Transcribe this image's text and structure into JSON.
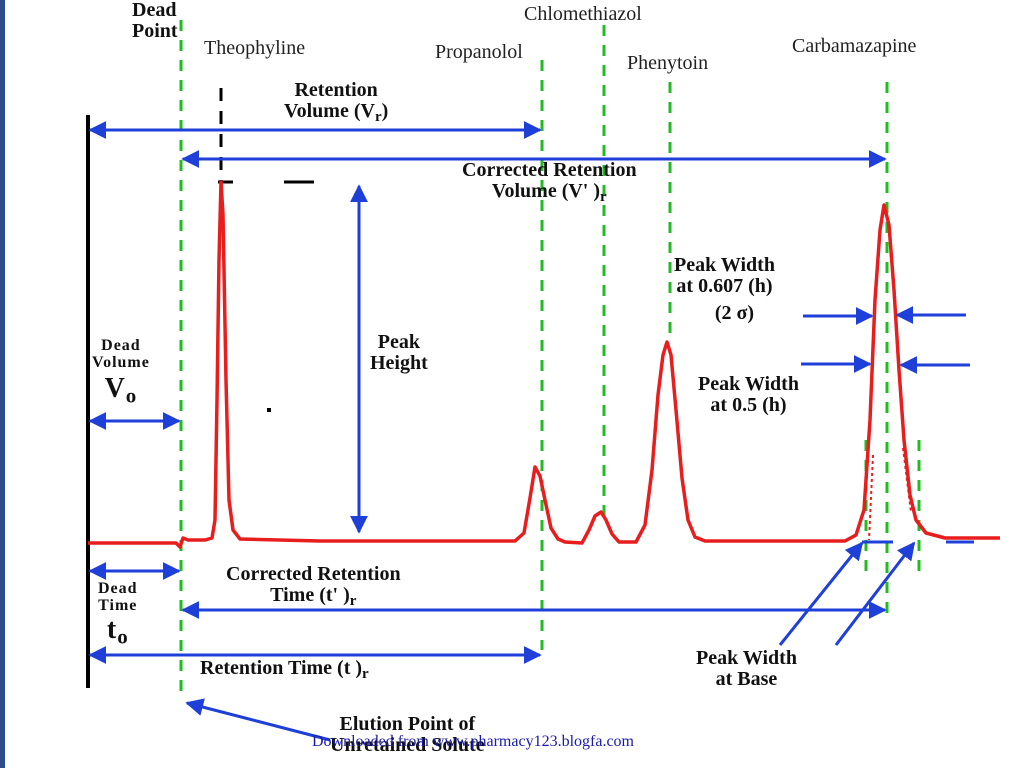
{
  "compounds": [
    {
      "name": "Theophyline"
    },
    {
      "name": "Chlomethiazol"
    },
    {
      "name": "Propanolol"
    },
    {
      "name": "Phenytoin"
    },
    {
      "name": "Carbamazapine"
    }
  ],
  "labels": {
    "dead_point": [
      "Dead",
      "Point"
    ],
    "retention_volume": [
      "Retention",
      "Volume (V"
    ],
    "retention_volume_sub": "r",
    "retention_volume_close": ")",
    "corrected_retention_volume": [
      "Corrected Retention",
      "Volume (V' )"
    ],
    "corrected_retention_volume_sub": "r",
    "peak_height": [
      "Peak",
      "Height"
    ],
    "peak_width_0607": [
      "Peak Width",
      "at 0.607 (h)",
      "(2  σ)"
    ],
    "peak_width_05": [
      "Peak Width",
      "at 0.5 (h)"
    ],
    "dead_volume": [
      "Dead",
      "Volume"
    ],
    "dead_volume_symbol": "V",
    "dead_volume_symbol_sub": "o",
    "dead_time": [
      "Dead",
      "Time"
    ],
    "dead_time_symbol": "t",
    "dead_time_symbol_sub": "o",
    "corrected_retention_time": [
      "Corrected Retention",
      "Time (t'  )"
    ],
    "corrected_retention_time_sub": "r",
    "retention_time": "Retention Time (t   )",
    "retention_time_sub": "r",
    "peak_width_base": [
      "Peak Width",
      "at Base"
    ],
    "elution_point": [
      "Elution Point of",
      "Unretained Solute"
    ],
    "source": "Downloaded from www.pharmacy123.blogfa.com"
  },
  "colors": {
    "trace": "#e81d1d",
    "markers": "#22bb22",
    "arrows": "#1f3fd9",
    "axis": "#000000"
  }
}
